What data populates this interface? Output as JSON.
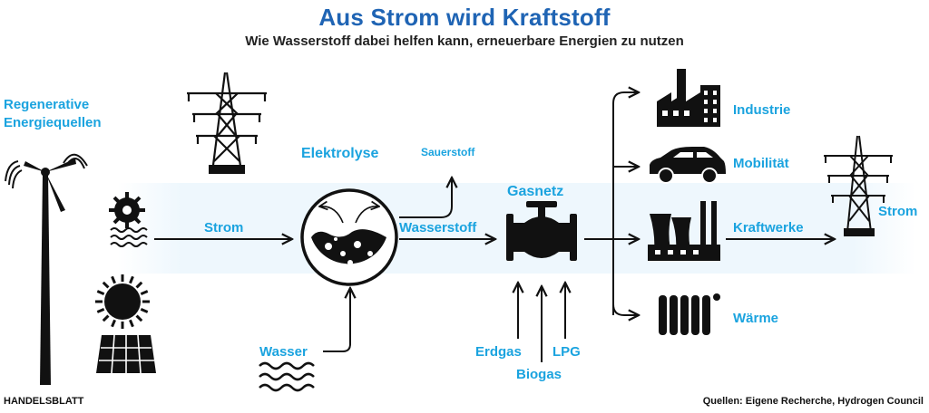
{
  "title": "Aus Strom wird Kraftstoff",
  "subtitle": "Wie Wasserstoff dabei helfen kann, erneuerbare Energien zu nutzen",
  "nodes": {
    "sources_line1": "Regenerative",
    "sources_line2": "Energiequellen",
    "elektrolyse": "Elektrolyse",
    "gasnetz": "Gasnetz",
    "sauerstoff": "Sauerstoff",
    "wasser": "Wasser",
    "erdgas": "Erdgas",
    "biogas": "Biogas",
    "lpg": "LPG",
    "industrie": "Industrie",
    "mobilitaet": "Mobilität",
    "kraftwerke": "Kraftwerke",
    "waerme": "Wärme",
    "strom_out": "Strom"
  },
  "edges": {
    "strom": "Strom",
    "wasserstoff": "Wasserstoff"
  },
  "footer": {
    "brand": "HANDELSBLATT",
    "source": "Quellen: Eigene Recherche, Hydrogen Council"
  },
  "colors": {
    "title": "#1f64b4",
    "accent": "#1aa3df",
    "band": "#eef7fd",
    "ink": "#111111"
  },
  "icons": [
    "wind-turbine-icon",
    "power-pylon-icon",
    "watermill-icon",
    "sun-icon",
    "solar-panel-icon",
    "electrolysis-icon",
    "waves-icon",
    "gas-valve-icon",
    "factory-icon",
    "car-icon",
    "power-plant-icon",
    "radiator-icon"
  ]
}
